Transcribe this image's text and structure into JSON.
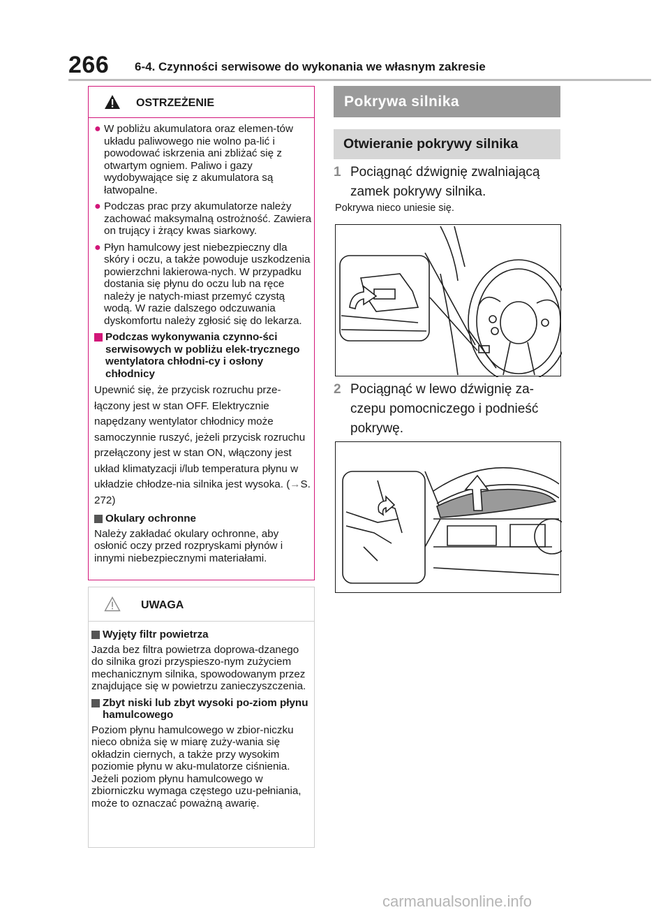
{
  "header": {
    "page_number": "266",
    "section_title": "6-4. Czynności serwisowe do wykonania we własnym zakresie"
  },
  "warning": {
    "title": "OSTRZEŻENIE",
    "icon": "warning-triangle-icon",
    "bullets": [
      "W pobliżu akumulatora oraz elemen-tów układu paliwowego nie wolno pa-lić i powodować iskrzenia ani zbliżać się z otwartym ogniem. Paliwo i gazy wydobywające się z akumulatora są łatwopalne.",
      "Podczas prac przy akumulatorze należy zachować maksymalną ostrożność. Zawiera on trujący i żrący kwas siarkowy.",
      "Płyn hamulcowy jest niebezpieczny dla skóry i oczu, a także powoduje uszkodzenia powierzchni lakierowa-nych. W przypadku dostania się płynu do oczu lub na ręce należy je natych-miast przemyć czystą wodą. W razie dalszego odczuwania dyskomfortu należy zgłosić się do lekarza."
    ],
    "section1": {
      "heading": "Podczas wykonywania czynno-ści serwisowych w pobliżu elek-trycznego wentylatora chłodni-cy i osłony chłodnicy",
      "text": "Upewnić się, że przycisk rozruchu prze-łączony jest w stan OFF. Elektrycznie napędzany wentylator chłodnicy może samoczynnie ruszyć, jeżeli przycisk rozruchu przełączony jest w stan ON, włączony jest układ klimatyzacji i/lub temperatura płynu w układzie chłodze-nia silnika jest wysoka. (",
      "ref": "S. 272)"
    },
    "section2": {
      "heading": "Okulary ochronne",
      "text": "Należy zakładać okulary ochronne, aby osłonić oczy przed rozpryskami płynów i innymi niebezpiecznymi materiałami."
    }
  },
  "caution": {
    "title": "UWAGA",
    "icon": "caution-triangle-icon",
    "section1": {
      "heading": "Wyjęty filtr powietrza",
      "text": "Jazda bez filtra powietrza doprowa-dzanego do silnika grozi przyspieszo-nym zużyciem mechanicznym silnika, spowodowanym przez znajdujące się w powietrzu zanieczyszczenia."
    },
    "section2": {
      "heading": "Zbyt niski lub zbyt wysoki po-ziom płynu hamulcowego",
      "text1": "Poziom płynu hamulcowego w zbior-niczku nieco obniża się w miarę zuży-wania się okładzin ciernych, a także przy wysokim poziomie płynu w aku-mulatorze ciśnienia.",
      "text2": "Jeżeli poziom płynu hamulcowego w zbiorniczku wymaga częstego uzu-pełniania, może to oznaczać poważną awarię."
    }
  },
  "right": {
    "heading": "Pokrywa silnika",
    "subheading": "Otwieranie pokrywy silnika",
    "step1": {
      "num": "1",
      "line1": "Pociągnąć dźwignię zwalniającą",
      "line2": "zamek pokrywy silnika."
    },
    "note1": "Pokrywa nieco uniesie się.",
    "step2": {
      "num": "2",
      "line1": "Pociągnąć w lewo dźwignię za-",
      "line2": "czepu pomocniczego i podnieść",
      "line3": "pokrywę."
    }
  },
  "footer": {
    "watermark": "carmanualsonline.info"
  },
  "colors": {
    "warning_accent": "#d21679",
    "heading_bar": "#9a9a9a",
    "subheading_bar": "#d6d6d6"
  }
}
